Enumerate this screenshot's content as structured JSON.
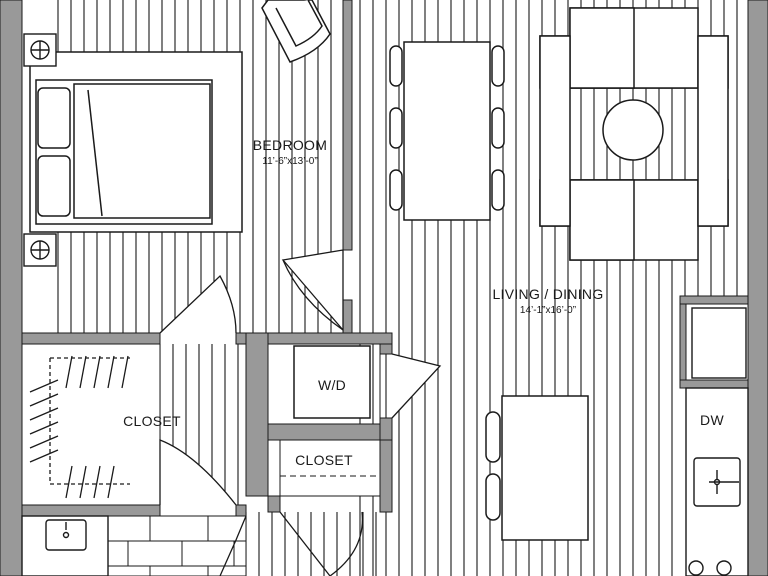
{
  "rooms": {
    "bedroom": {
      "name": "BEDROOM",
      "dims": "11’-6”x13’-0”"
    },
    "living": {
      "name": "LIVING / DINING",
      "dims": "14’-1”x16’-0”"
    },
    "closet_main": {
      "name": "CLOSET"
    },
    "closet_hall": {
      "name": "CLOSET"
    }
  },
  "fixtures": {
    "washer_dryer": "W/D",
    "dishwasher": "DW"
  },
  "colors": {
    "wall": "#999999",
    "line": "#1a1a1a",
    "background": "#ffffff"
  }
}
